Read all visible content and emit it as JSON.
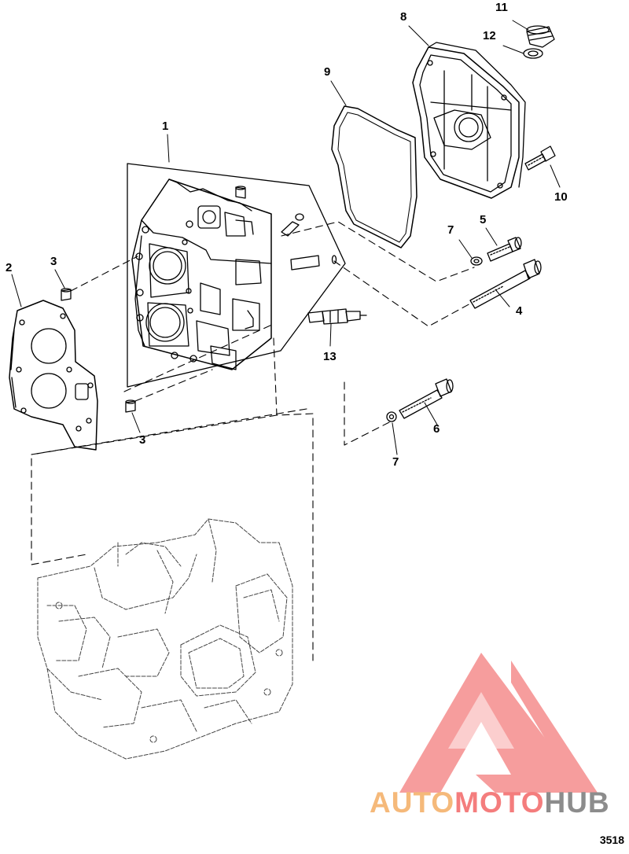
{
  "diagram": {
    "callouts": [
      {
        "id": "c1",
        "text": "1"
      },
      {
        "id": "c2",
        "text": "2"
      },
      {
        "id": "c3a",
        "text": "3"
      },
      {
        "id": "c3b",
        "text": "3"
      },
      {
        "id": "c4",
        "text": "4"
      },
      {
        "id": "c5",
        "text": "5"
      },
      {
        "id": "c6",
        "text": "6"
      },
      {
        "id": "c7a",
        "text": "7"
      },
      {
        "id": "c7b",
        "text": "7"
      },
      {
        "id": "c8",
        "text": "8"
      },
      {
        "id": "c9",
        "text": "9"
      },
      {
        "id": "c10",
        "text": "10"
      },
      {
        "id": "c11",
        "text": "11"
      },
      {
        "id": "c12",
        "text": "12"
      },
      {
        "id": "c13",
        "text": "13"
      }
    ],
    "figure_number": "3518"
  },
  "watermark": {
    "part1": "AUTO",
    "part2": "MOTO",
    "part3": "HUB",
    "color_orange": "#f5b97a",
    "color_red": "#f47d7d",
    "color_gray": "#8c8c8c"
  }
}
